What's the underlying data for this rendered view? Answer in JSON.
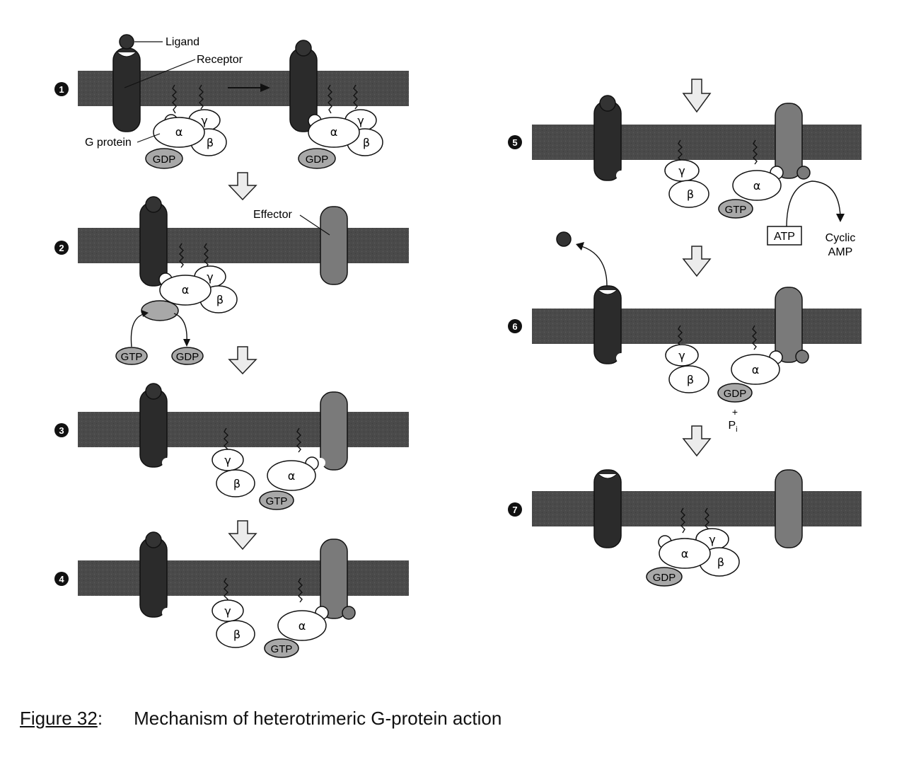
{
  "labels": {
    "ligand": "Ligand",
    "receptor": "Receptor",
    "g_protein": "G protein",
    "effector": "Effector",
    "alpha": "α",
    "beta": "β",
    "gamma": "γ",
    "gdp": "GDP",
    "gtp": "GTP",
    "atp": "ATP",
    "cyclic": "Cyclic",
    "amp": "AMP",
    "plus": "+",
    "pi": "P",
    "pi_sub": "i"
  },
  "steps": [
    "1",
    "2",
    "3",
    "4",
    "5",
    "6",
    "7"
  ],
  "caption": {
    "figure_number": "Figure 32",
    "colon": ":",
    "text": "Mechanism of heterotrimeric G-protein action"
  },
  "colors": {
    "membrane": "#4a4a4a",
    "receptor": "#2b2b2b",
    "effector": "#7a7a7a",
    "subunit_fill": "#ffffff",
    "nucleotide_fill": "#a8a8a8",
    "arrow_fill": "#ececec",
    "outline": "#1a1a1a"
  }
}
